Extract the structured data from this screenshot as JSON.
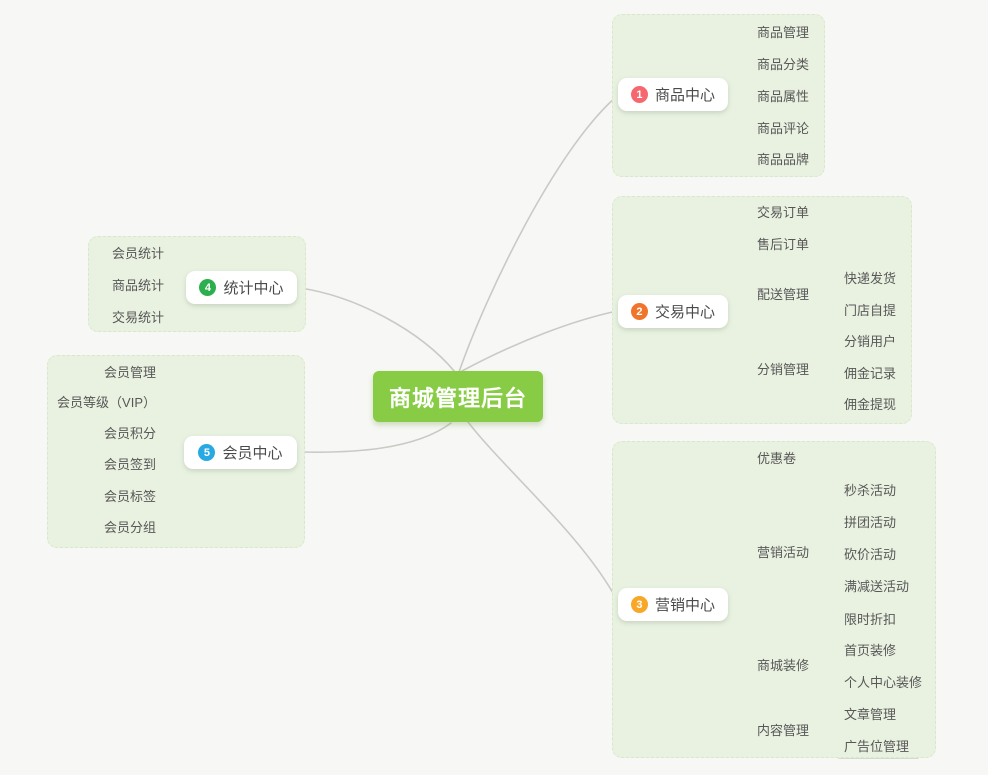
{
  "root": {
    "label": "商城管理后台"
  },
  "branches": [
    {
      "badge": "1",
      "label": "商品中心",
      "badge_color": "#f5686f",
      "children": [
        {
          "label": "商品管理"
        },
        {
          "label": "商品分类"
        },
        {
          "label": "商品属性"
        },
        {
          "label": "商品评论"
        },
        {
          "label": "商品品牌"
        }
      ]
    },
    {
      "badge": "2",
      "label": "交易中心",
      "badge_color": "#f0742b",
      "children": [
        {
          "label": "交易订单"
        },
        {
          "label": "售后订单"
        },
        {
          "label": "配送管理",
          "children": [
            {
              "label": "快递发货"
            },
            {
              "label": "门店自提"
            }
          ]
        },
        {
          "label": "分销管理",
          "children": [
            {
              "label": "分销用户"
            },
            {
              "label": "佣金记录"
            },
            {
              "label": "佣金提现"
            }
          ]
        }
      ]
    },
    {
      "badge": "3",
      "label": "营销中心",
      "badge_color": "#f8a727",
      "children": [
        {
          "label": "优惠卷"
        },
        {
          "label": "营销活动",
          "children": [
            {
              "label": "秒杀活动"
            },
            {
              "label": "拼团活动"
            },
            {
              "label": "砍价活动"
            },
            {
              "label": "满减送活动"
            },
            {
              "label": "限时折扣"
            }
          ]
        },
        {
          "label": "商城装修",
          "children": [
            {
              "label": "首页装修"
            },
            {
              "label": "个人中心装修"
            }
          ]
        },
        {
          "label": "内容管理",
          "children": [
            {
              "label": "文章管理"
            },
            {
              "label": "广告位管理"
            }
          ]
        }
      ]
    },
    {
      "badge": "4",
      "label": "统计中心",
      "badge_color": "#2daf4e",
      "children": [
        {
          "label": "会员统计"
        },
        {
          "label": "商品统计"
        },
        {
          "label": "交易统计"
        }
      ]
    },
    {
      "badge": "5",
      "label": "会员中心",
      "badge_color": "#29a9e1",
      "children": [
        {
          "label": "会员管理"
        },
        {
          "label": "会员等级（VIP）"
        },
        {
          "label": "会员积分"
        },
        {
          "label": "会员签到"
        },
        {
          "label": "会员标签"
        },
        {
          "label": "会员分组"
        }
      ]
    }
  ],
  "colors": {
    "root_bg": "#87cc44",
    "panel_bg": "#e9f2e1",
    "curve_line": "#c9cac6",
    "tree_line": "#c5d2bb",
    "topic_text": "#575757",
    "branch_text": "#4a4a4a",
    "page_bg": "#f7f8f5"
  }
}
